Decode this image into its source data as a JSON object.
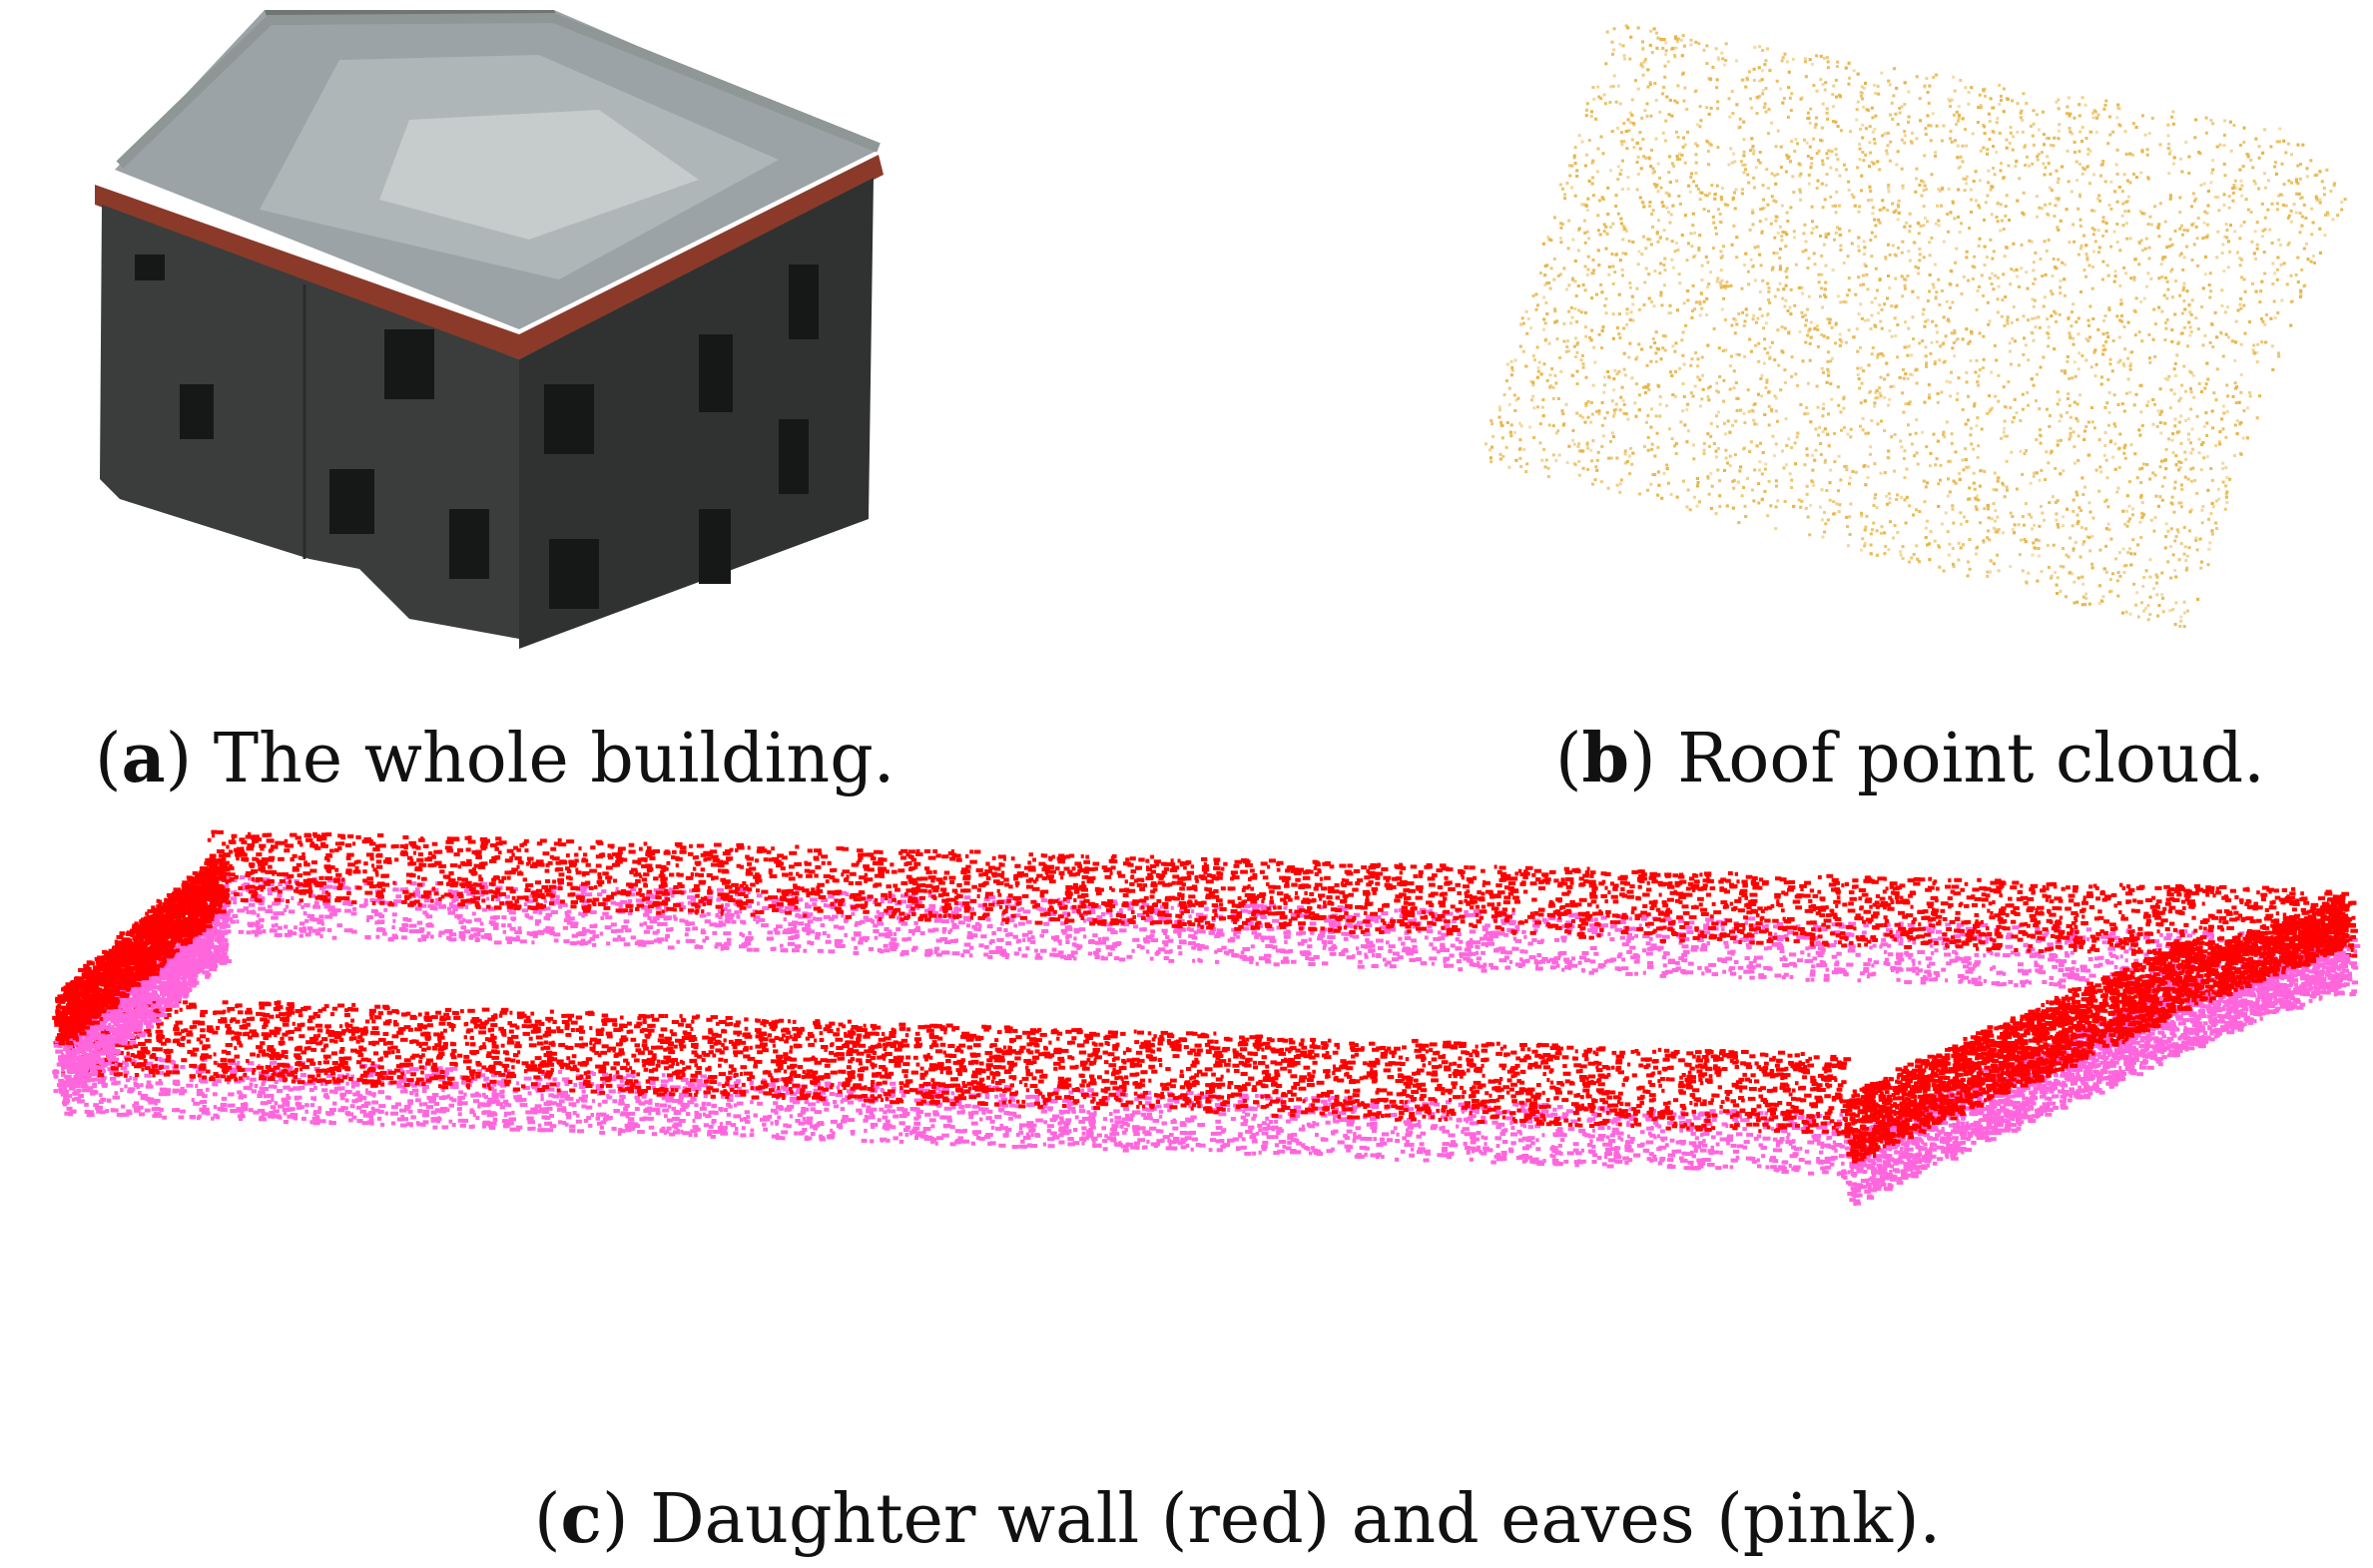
{
  "figure": {
    "panels": [
      {
        "id": "a",
        "letter": "a",
        "caption": "The whole building."
      },
      {
        "id": "b",
        "letter": "b",
        "caption": "Roof point cloud."
      },
      {
        "id": "c",
        "letter": "c",
        "caption": "Daughter wall (red) and eaves (pink)."
      }
    ],
    "colors": {
      "roof_points": "#e6b446",
      "daughter_wall": "#ff0000",
      "eaves": "#ff66dd",
      "wall": "#3a3d3b",
      "cornice": "#8b3a2a",
      "roof_surface": "#9ca3a6"
    }
  }
}
